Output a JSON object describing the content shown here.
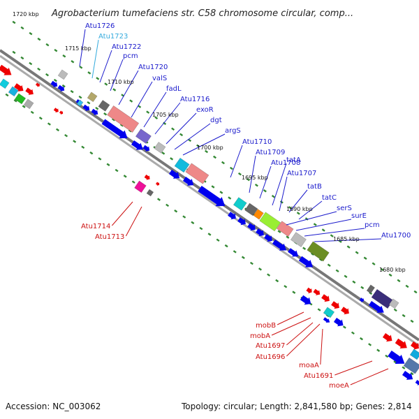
{
  "title": "Agrobacterium tumefaciens str. C58 chromosome circular, comp...",
  "footer": {
    "accession": "Accession: NC_003062",
    "summary": "Topology: circular; Length: 2,841,580 bp; Genes: 2,814"
  },
  "colors": {
    "backbone": "#999999",
    "cds_forward": "#0000ee",
    "cds_reverse": "#ee0000",
    "label_forward": "#1a1acc",
    "label_reverse": "#cc1111",
    "label_highlight": "#33aadd",
    "tick": "#338833"
  },
  "ruler": [
    {
      "label": "1720 kbp"
    },
    {
      "label": "1715 kbp"
    },
    {
      "label": "1710 kbp"
    },
    {
      "label": "1705 kbp"
    },
    {
      "label": "1700 kbp"
    },
    {
      "label": "1695 kbp"
    },
    {
      "label": "1690 kbp"
    },
    {
      "label": "1685 kbp"
    },
    {
      "label": "1680 kbp"
    }
  ],
  "genes_forward": [
    {
      "label": "Atu1726"
    },
    {
      "label": "Atu1723",
      "highlight": true
    },
    {
      "label": "Atu1722"
    },
    {
      "label": "pcm"
    },
    {
      "label": "Atu1720"
    },
    {
      "label": "valS"
    },
    {
      "label": "fadL"
    },
    {
      "label": "Atu1716"
    },
    {
      "label": "exoR"
    },
    {
      "label": "dgt"
    },
    {
      "label": "argS"
    },
    {
      "label": "Atu1710"
    },
    {
      "label": "Atu1709"
    },
    {
      "label": "Atu1708"
    },
    {
      "label": "tatA"
    },
    {
      "label": "Atu1707"
    },
    {
      "label": "tatB"
    },
    {
      "label": "tatC"
    },
    {
      "label": "serS"
    },
    {
      "label": "surE"
    },
    {
      "label": "pcm"
    },
    {
      "label": "Atu1700"
    }
  ],
  "genes_reverse": [
    {
      "label": "Atu1714"
    },
    {
      "label": "Atu1713"
    },
    {
      "label": "mobB"
    },
    {
      "label": "mobA"
    },
    {
      "label": "Atu1697"
    },
    {
      "label": "Atu1696"
    },
    {
      "label": "moaA"
    },
    {
      "label": "Atu1691"
    },
    {
      "label": "moeA"
    }
  ]
}
